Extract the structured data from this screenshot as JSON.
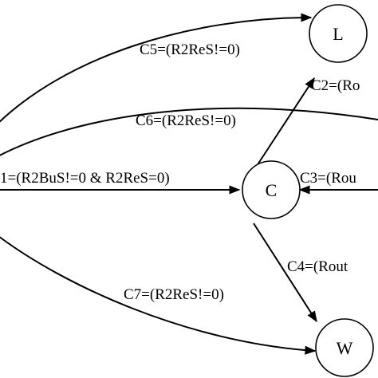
{
  "nodes": {
    "L": "L",
    "C": "C",
    "W": "W"
  },
  "edges": {
    "c1": "1=(R2BuS!=0 & R2ReS=0)",
    "c2": "C2=(Ro",
    "c3": "C3=(Rou",
    "c4": "C4=(Rout",
    "c5": "C5=(R2ReS!=0)",
    "c6": "C6=(R2ReS!=0)",
    "c7": "C7=(R2ReS!=0)"
  }
}
